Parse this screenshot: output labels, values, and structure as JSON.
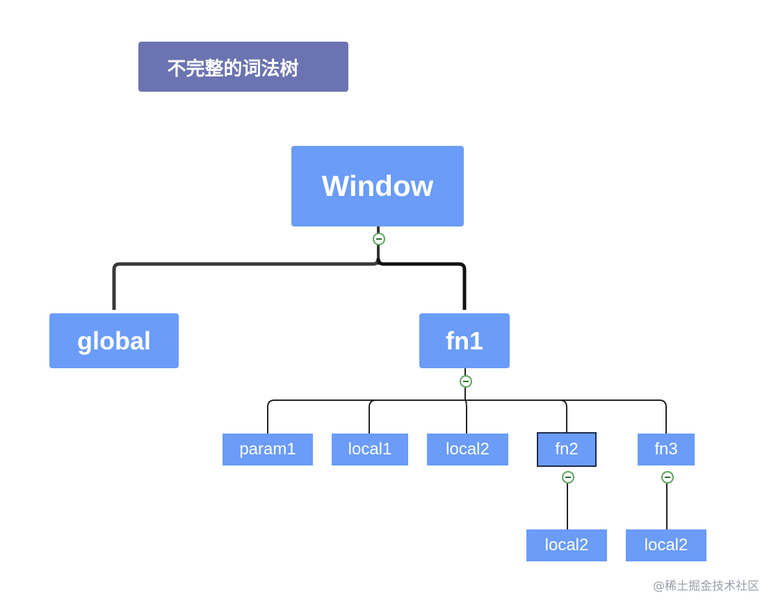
{
  "title": "不完整的词法树",
  "nodes": {
    "window": "Window",
    "global": "global",
    "fn1": "fn1",
    "param1": "param1",
    "local1": "local1",
    "local2a": "local2",
    "fn2": "fn2",
    "fn3": "fn3",
    "local2b": "local2",
    "local2c": "local2"
  },
  "watermark": "@稀土掘金技术社区",
  "colors": {
    "title_bg": "#6b74b0",
    "node_bg": "#6a9cf8",
    "node_text": "#ffffff",
    "connector": "#222222",
    "collapse_border": "#5aa35a"
  },
  "icons": {
    "collapse": "minus-circle-icon"
  }
}
